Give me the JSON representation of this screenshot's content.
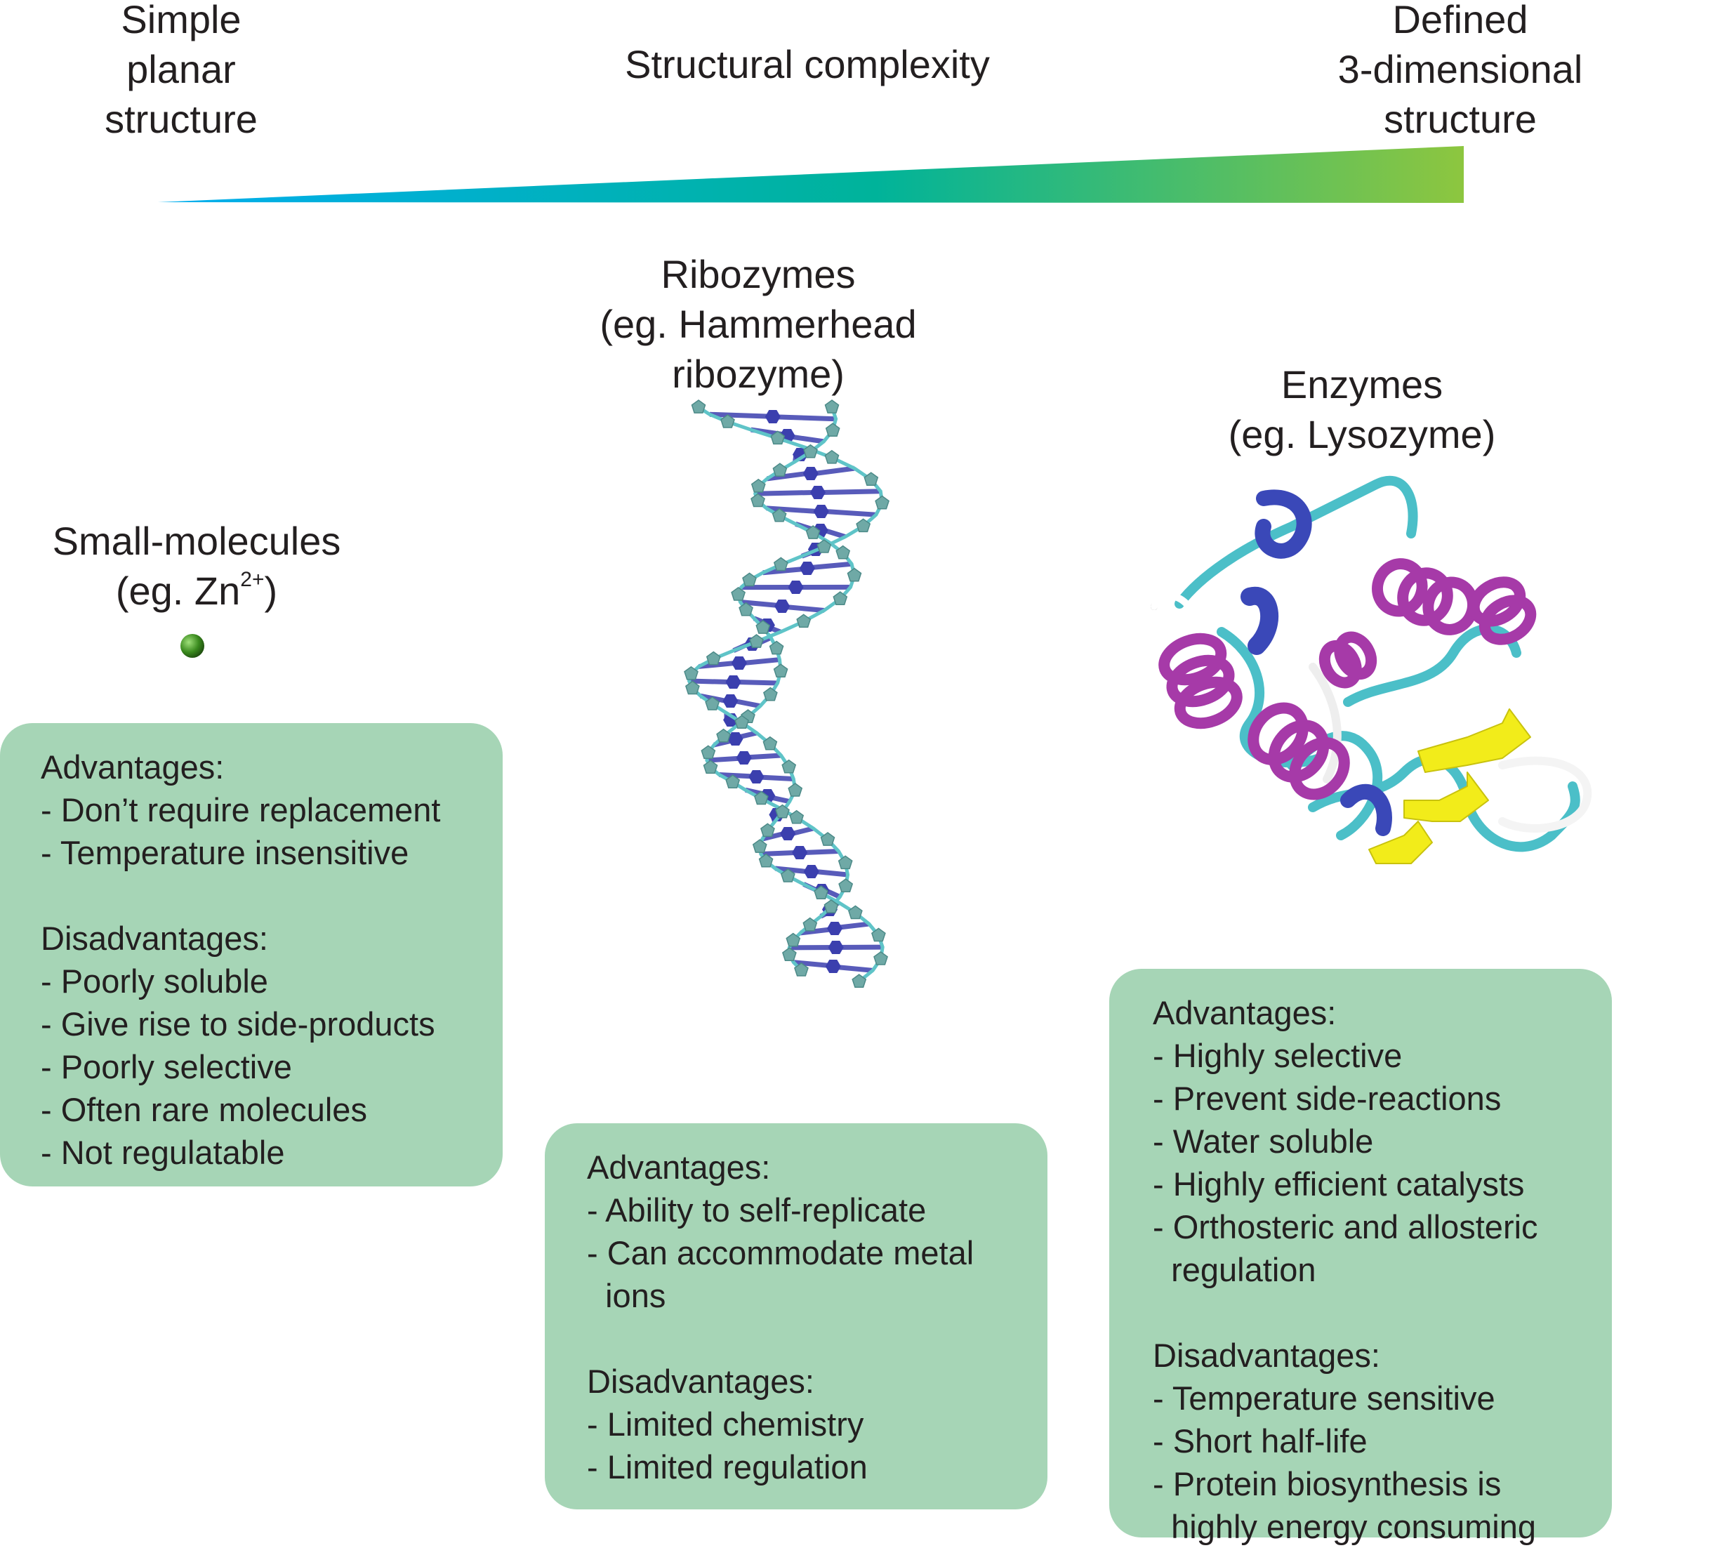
{
  "scale": {
    "left_label": [
      "Simple",
      "planar",
      "structure"
    ],
    "center_label": "Structural complexity",
    "right_label": [
      "Defined",
      "3-dimensional",
      "structure"
    ],
    "gradient_colors": [
      "#00aeef",
      "#00b39a",
      "#8dc63f"
    ]
  },
  "small_molecules": {
    "title": "Small-molecules",
    "example_prefix": "(eg. Zn",
    "example_sup": "2+",
    "example_suffix": ")",
    "sphere_color": "#3a8a1e",
    "advantages_heading": "Advantages:",
    "advantages": [
      "- Don’t require replacement",
      "- Temperature insensitive"
    ],
    "disadvantages_heading": "Disadvantages:",
    "disadvantages": [
      "- Poorly soluble",
      "- Give rise to side-products",
      "- Poorly selective",
      "- Often rare molecules",
      "- Not regulatable"
    ]
  },
  "ribozymes": {
    "title": [
      "Ribozymes",
      "(eg. Hammerhead",
      "ribozyme)"
    ],
    "backbone_color": "#5fc4c8",
    "base_color": "#3b3fae",
    "advantages_heading": "Advantages:",
    "advantages": [
      "- Ability to self-replicate",
      "- Can accommodate metal",
      "  ions"
    ],
    "disadvantages_heading": "Disadvantages:",
    "disadvantages": [
      "- Limited chemistry",
      "- Limited regulation"
    ]
  },
  "enzymes": {
    "title": [
      "Enzymes",
      "(eg. Lysozyme)"
    ],
    "helix_color": "#a63aa8",
    "coil_color": "#4bbfc8",
    "sheet_color": "#f2ec1a",
    "turn_color": "#3a48b8",
    "advantages_heading": "Advantages:",
    "advantages": [
      "- Highly selective",
      "- Prevent side-reactions",
      "- Water soluble",
      "- Highly efficient catalysts",
      "- Orthosteric and allosteric",
      "  regulation"
    ],
    "disadvantages_heading": "Disadvantages:",
    "disadvantages": [
      "- Temperature sensitive",
      "- Short half-life",
      "- Protein biosynthesis is",
      "  highly energy consuming"
    ]
  }
}
